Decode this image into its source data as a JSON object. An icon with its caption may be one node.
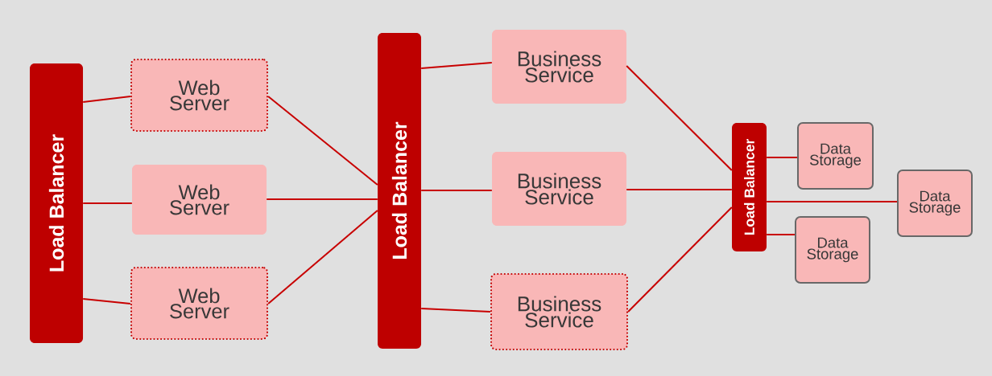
{
  "diagram": {
    "nodes": [
      {
        "text": [
          "Load Balancer"
        ]
      },
      {
        "text": [
          "Web Server"
        ]
      },
      {
        "text": [
          "Web Server"
        ]
      },
      {
        "text": [
          "Web Server"
        ]
      },
      {
        "text": [
          "Load Balancer"
        ]
      },
      {
        "text": [
          "Business Service"
        ]
      },
      {
        "text": [
          "Business Service"
        ]
      },
      {
        "text": [
          "Business Service"
        ]
      },
      {
        "text": [
          "Load Balancer"
        ]
      },
      {
        "text": [
          "Data Storage"
        ]
      },
      {
        "text": [
          "Data Storage"
        ]
      },
      {
        "text": [
          "Data Storage"
        ]
      }
    ],
    "edges": [
      {
        "from": 0,
        "to": 1,
        "arrow": "none"
      },
      {
        "from": 0,
        "to": 2,
        "arrow": "none"
      },
      {
        "from": 0,
        "to": 3,
        "arrow": "none"
      },
      {
        "from": 1,
        "to": 4,
        "arrow": "none"
      },
      {
        "from": 2,
        "to": 4,
        "arrow": "none"
      },
      {
        "from": 3,
        "to": 4,
        "arrow": "none"
      },
      {
        "from": 4,
        "to": 5,
        "arrow": "none"
      },
      {
        "from": 4,
        "to": 6,
        "arrow": "none"
      },
      {
        "from": 4,
        "to": 7,
        "arrow": "none"
      },
      {
        "from": 5,
        "to": 8,
        "arrow": "none"
      },
      {
        "from": 6,
        "to": 8,
        "arrow": "none"
      },
      {
        "from": 7,
        "to": 8,
        "arrow": "none"
      },
      {
        "from": 8,
        "to": 9,
        "arrow": "none"
      },
      {
        "from": 8,
        "to": 10,
        "arrow": "none"
      },
      {
        "from": 8,
        "to": 11,
        "arrow": "none"
      }
    ]
  }
}
